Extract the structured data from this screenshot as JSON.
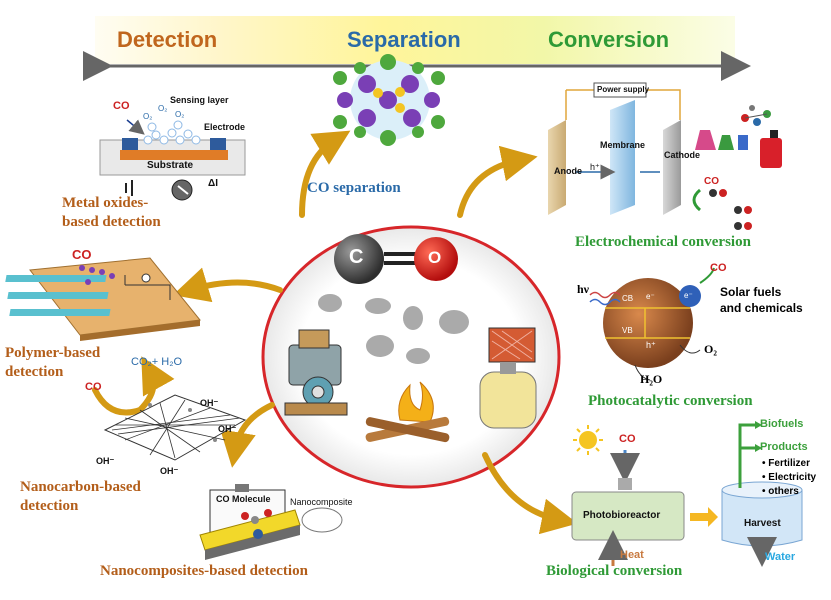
{
  "banner": {
    "detection": "Detection",
    "separation": "Separation",
    "conversion": "Conversion",
    "colors": {
      "detection": "#c0661d",
      "separation": "#2a6aa8",
      "conversion": "#2f9a36"
    }
  },
  "center": {
    "c_atom": "C",
    "o_atom": "O"
  },
  "separation": {
    "label": "CO separation"
  },
  "metal_oxide": {
    "co": "CO",
    "o2_a": "O₂",
    "o2_b": "O₂",
    "o2_c": "O₂",
    "sensing_layer": "Sensing layer",
    "electrode": "Electrode",
    "substrate": "Substrate",
    "delta_i": "ΔI",
    "label_line1": "Metal oxides-",
    "label_line2": "based detection"
  },
  "polymer": {
    "co": "CO",
    "label_line1": "Polymer-based",
    "label_line2": "detection"
  },
  "nanocarbon": {
    "co": "CO",
    "products": "CO₂+ H₂O",
    "oh1": "OH⁻",
    "oh2": "OH⁻",
    "oh3": "OH⁻",
    "oh4": "OH⁻",
    "label_line1": "Nanocarbon-based",
    "label_line2": "detection"
  },
  "nanocomposite": {
    "co_molecule": "CO Molecule",
    "nanocomposite": "Nanocomposite",
    "label": "Nanocomposites-based detection"
  },
  "electrochemical": {
    "power_supply": "Power supply",
    "anode": "Anode",
    "membrane": "Membrane",
    "cathode": "Cathode",
    "h_plus": "h⁺",
    "co": "CO",
    "label": "Electrochemical conversion"
  },
  "photocatalytic": {
    "hv": "hν",
    "cb": "CB",
    "vb": "VB",
    "e_minus": "e⁻",
    "e_minus2": "e⁻",
    "h_plus": "h⁺",
    "co": "CO",
    "o2": "O₂",
    "h2o": "H₂O",
    "solar_line1": "Solar fuels",
    "solar_line2": "and chemicals",
    "label": "Photocatalytic conversion"
  },
  "biological": {
    "co": "CO",
    "photobioreactor": "Photobioreactor",
    "heat": "Heat",
    "harvest": "Harvest",
    "water": "Water",
    "biofuels": "Biofuels",
    "products": "Products",
    "products_list": [
      "Fertilizer",
      "Electricity",
      "others"
    ],
    "label": "Biological conversion"
  }
}
